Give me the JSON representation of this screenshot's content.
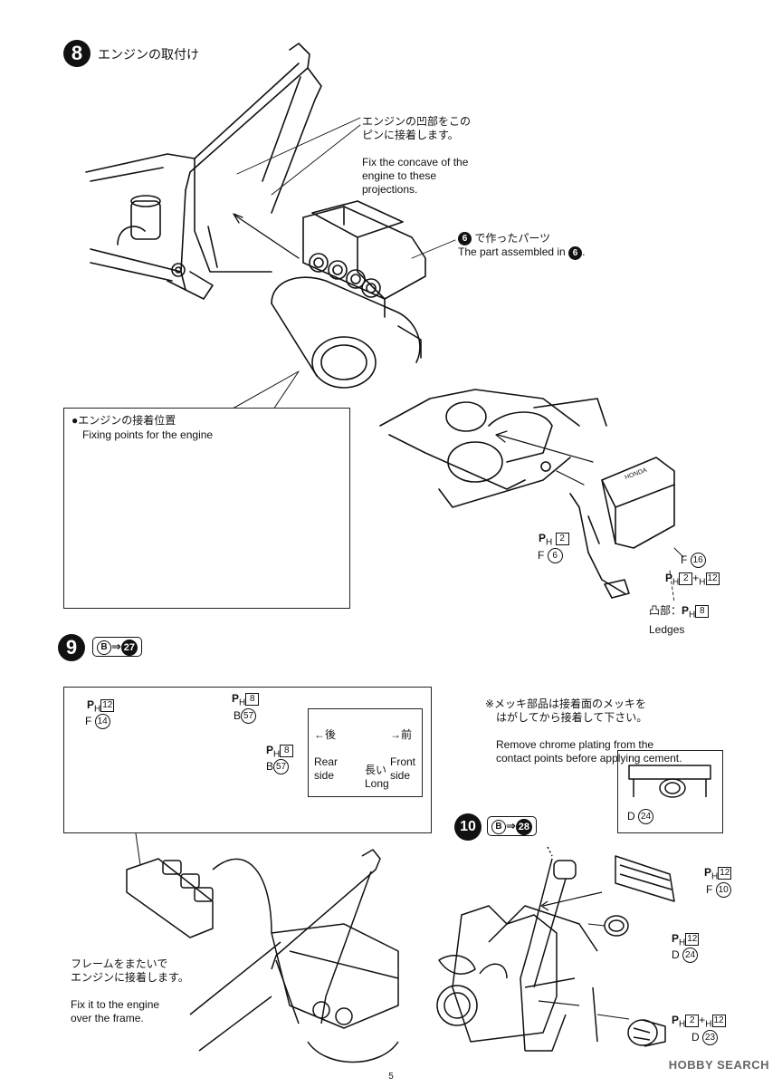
{
  "step8": {
    "number": "8",
    "title": "エンジンの取付け",
    "note_concave_jp": "エンジンの凹部をこの\nピンに接着します。",
    "note_concave_en": "Fix the concave of the\nengine to these\nprojections.",
    "note_part_jp": "で作ったパーツ",
    "note_part_ref": "6",
    "note_part_en": "The part assembled in",
    "inset_title_jp": "●エンジンの接着位置",
    "inset_title_en": "Fixing points for the engine",
    "parts": {
      "ph2_prefix": "P",
      "ph2_sub": "H",
      "ph2_num": "2",
      "f6_letter": "F",
      "f6_num": "6",
      "f16_letter": "F",
      "f16_num": "16",
      "ph2h12_num_a": "2",
      "ph2h12_plus": "+",
      "ph2h12_sub_b": "H",
      "ph2h12_num_b": "12",
      "ledge_jp": "凸部：",
      "ledge_num": "8",
      "ledge_en": "Ledges",
      "cover_logo": "HONDA"
    }
  },
  "step9": {
    "number": "9",
    "ref_letter": "B",
    "ref_arrow": "⇒",
    "ref_num": "27",
    "parts": {
      "ph12_num": "12",
      "f14_letter": "F",
      "f14_num": "14",
      "ph8a_num": "8",
      "b57a_letter": "B",
      "b57a_num": "57",
      "ph8b_num": "8",
      "b57b_letter": "B",
      "b57b_num": "57"
    },
    "orientation": {
      "rear_arrow": "←後",
      "rear_en": "Rear\nside",
      "front_arrow": "→前",
      "front_en": "Front\nside",
      "long_jp": "長い",
      "long_en": "Long"
    },
    "frame_note_jp": "フレームをまたいで\nエンジンに接着します。",
    "frame_note_en": "Fix it to the engine\nover the frame."
  },
  "chrome_note": {
    "jp": "※メッキ部品は接着面のメッキを\n　はがしてから接着して下さい。",
    "en": "Remove chrome plating from the\ncontact points before applying cement.",
    "part_letter": "D",
    "part_num": "24"
  },
  "step10": {
    "number": "10",
    "ref_letter": "B",
    "ref_arrow": "⇒",
    "ref_num": "28",
    "parts": {
      "ph12a_num": "12",
      "f10_letter": "F",
      "f10_num": "10",
      "ph12b_num": "12",
      "d24_letter": "D",
      "d24_num": "24",
      "ph2_num": "2",
      "plus": "+",
      "h12_sub": "H",
      "h12_num": "12",
      "d23_letter": "D",
      "d23_num": "23"
    }
  },
  "footer": {
    "page": "5",
    "watermark": "HOBBY SEARCH"
  }
}
